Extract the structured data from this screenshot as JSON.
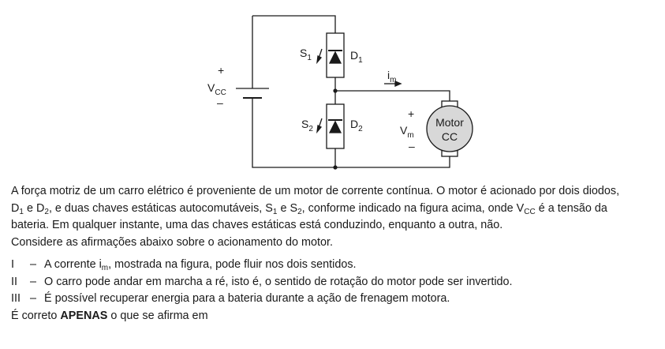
{
  "circuit": {
    "source_plus": "+",
    "source_label": "V",
    "source_sub": "CC",
    "source_minus": "–",
    "s1": "S",
    "s1_sub": "1",
    "d1": "D",
    "d1_sub": "1",
    "s2": "S",
    "s2_sub": "2",
    "d2": "D",
    "d2_sub": "2",
    "current": "i",
    "current_sub": "m",
    "vm_plus": "+",
    "vm_label": "V",
    "vm_sub": "m",
    "vm_minus": "–",
    "motor_line1": "Motor",
    "motor_line2": "CC"
  },
  "text": {
    "p1_a": "A força motriz de um carro elétrico é proveniente de um motor de corrente contínua. O motor é acionado por dois diodos,",
    "p1_b1": "D",
    "p1_b1s": "1",
    "p1_b2": " e D",
    "p1_b2s": "2",
    "p1_b3": ", e duas chaves estáticas autocomutáveis, S",
    "p1_b3s": "1",
    "p1_b4": " e S",
    "p1_b4s": "2",
    "p1_b5": ", conforme indicado na figura acima, onde V",
    "p1_b5s": "CC",
    "p1_b6": " é a tensão da",
    "p1_c": "bateria. Em qualquer instante, uma das chaves estáticas está conduzindo, enquanto a outra, não.",
    "p2": "Considere as afirmações abaixo sobre o acionamento do motor.",
    "items": [
      {
        "num": "I",
        "dash": "–",
        "pre": "A corrente i",
        "sub": "m",
        "post": ", mostrada na figura, pode fluir nos dois sentidos."
      },
      {
        "num": "II",
        "dash": "–",
        "text": "O carro pode andar em marcha a ré, isto é, o sentido de rotação do motor pode ser invertido."
      },
      {
        "num": "III",
        "dash": "–",
        "text": "É possível recuperar energia para a bateria durante a ação de frenagem motora."
      }
    ],
    "final_pre": "É correto ",
    "final_bold": "APENAS",
    "final_post": " o que se afirma em"
  }
}
